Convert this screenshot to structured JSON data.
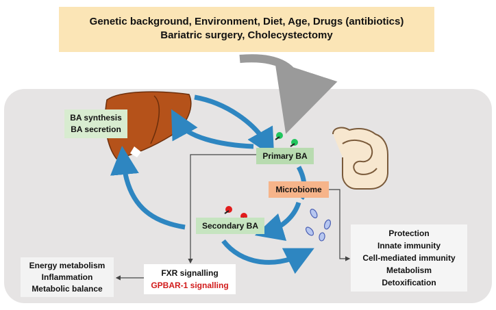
{
  "top_factors": {
    "line1": "Genetic background, Environment, Diet, Age, Drugs (antibiotics)",
    "line2": "Bariatric surgery, Cholecystectomy"
  },
  "liver_box": {
    "line1": "BA synthesis",
    "line2": "BA secretion"
  },
  "primary_ba": "Primary BA",
  "microbiome": "Microbiome",
  "secondary_ba": "Secondary BA",
  "microbiome_effects": [
    "Protection",
    "Innate immunity",
    "Cell-mediated immunity",
    "Metabolism",
    "Detoxification"
  ],
  "signalling": {
    "fxr": "FXR signalling",
    "gpbar": "GPBAR-1 signalling"
  },
  "host_effects": [
    "Energy metabolism",
    "Inflammation",
    "Metabolic balance"
  ],
  "colors": {
    "top_box": "#fbe5b6",
    "panel": "#e6e4e4",
    "liver": "#b5521a",
    "arrow": "#2e86c1",
    "primary_box": "#b8dbb0",
    "microbiome_box": "#f6b48a",
    "gpbar_text": "#d11a1a"
  }
}
